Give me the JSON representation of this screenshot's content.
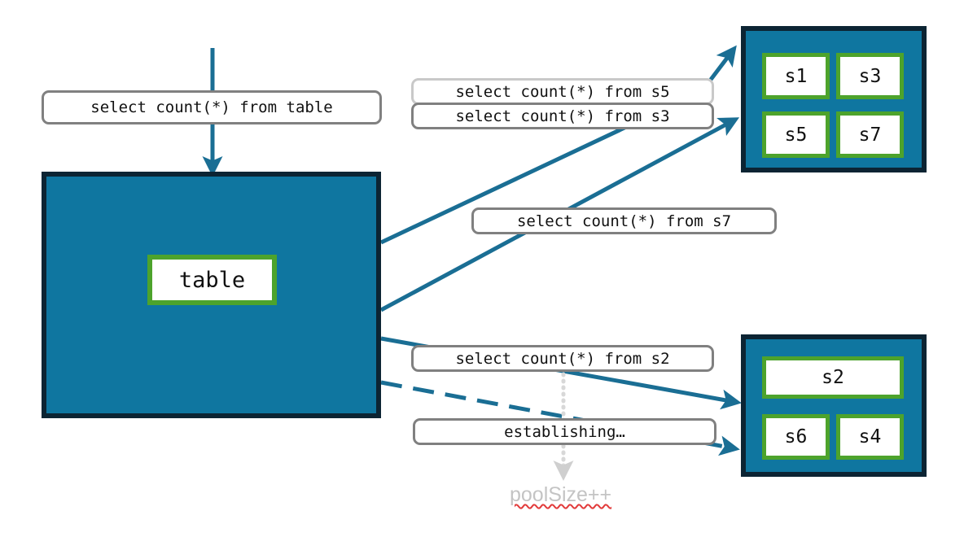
{
  "diagram": {
    "title": "connection-pool-query-routing",
    "colors": {
      "node_fill": "#0f76a0",
      "node_border": "#0c2433",
      "chip_border": "#4da32c",
      "chip_fill": "#ffffff",
      "arrow": "#1a6e94",
      "label_border": "#808080",
      "label_border_light": "#c9c9c9",
      "annotation_text": "#c4c4c4",
      "spellcheck_underline": "#e23b3b",
      "background": "#ffffff"
    },
    "client": {
      "incoming_query": "select count(*) from table",
      "table_chip": "table"
    },
    "queries": [
      {
        "id": "q-s5",
        "text": "select count(*) from s5",
        "style": "light"
      },
      {
        "id": "q-s3",
        "text": "select count(*) from s3",
        "style": "normal"
      },
      {
        "id": "q-s7",
        "text": "select count(*) from s7",
        "style": "normal"
      },
      {
        "id": "q-s2",
        "text": "select count(*) from s2",
        "style": "normal"
      },
      {
        "id": "q-establishing",
        "text": "establishing…",
        "style": "normal"
      }
    ],
    "annotation": {
      "pool_size": "poolSize++"
    },
    "servers": [
      {
        "id": "server-top",
        "shards": [
          "s1",
          "s3",
          "s5",
          "s7"
        ]
      },
      {
        "id": "server-bottom",
        "shards": [
          "s2",
          "s6",
          "s4"
        ]
      }
    ]
  }
}
